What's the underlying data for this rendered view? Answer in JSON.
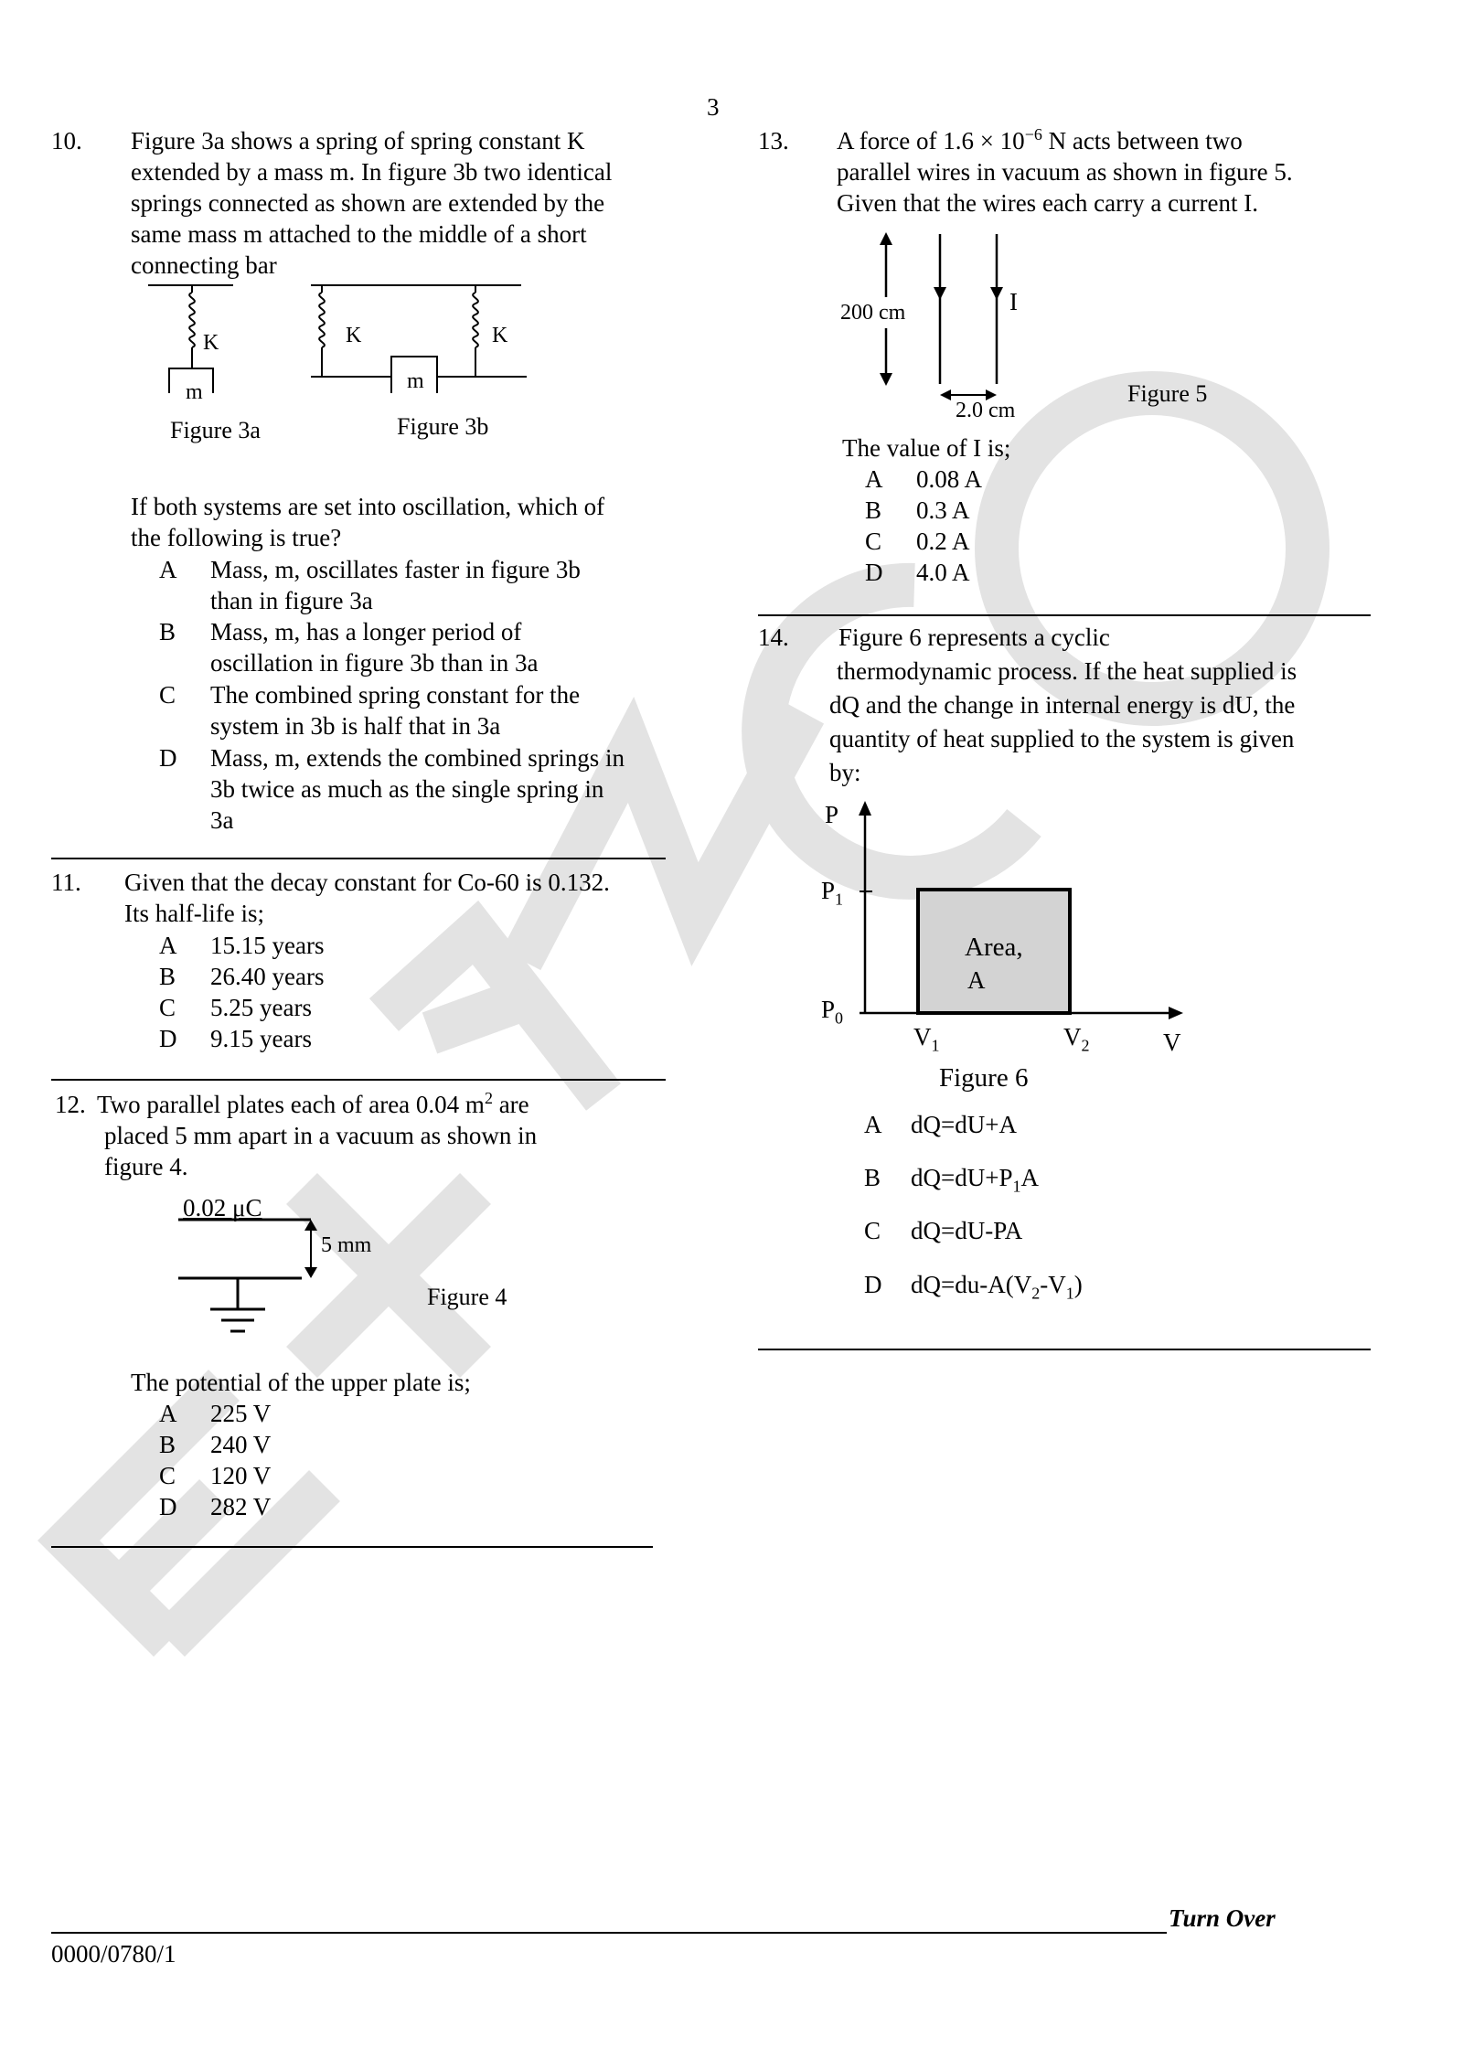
{
  "page_number": "3",
  "q10": {
    "num": "10.",
    "lines": [
      "Figure 3a shows a spring of spring constant K",
      "extended by a mass m. In figure 3b two identical",
      "springs connected as shown are extended by the",
      "same mass m attached to the middle of a short",
      "connecting bar"
    ],
    "fig3a": {
      "k": "K",
      "m": "m",
      "caption": "Figure 3a"
    },
    "fig3b": {
      "k1": "K",
      "k2": "K",
      "m": "m",
      "caption": "Figure 3b"
    },
    "question_lines": [
      "If both systems are set into oscillation, which of",
      "the following is true?"
    ],
    "options": [
      {
        "letter": "A",
        "lines": [
          "Mass, m, oscillates faster in figure 3b",
          "than in figure 3a"
        ]
      },
      {
        "letter": "B",
        "lines": [
          "Mass, m, has a longer period of",
          "oscillation in figure 3b than in 3a"
        ]
      },
      {
        "letter": "C",
        "lines": [
          "The combined spring constant for the",
          "system in 3b is half that in 3a"
        ]
      },
      {
        "letter": "D",
        "lines": [
          "Mass, m, extends the combined springs in",
          "3b twice as much as the single spring in",
          "3a"
        ]
      }
    ]
  },
  "q11": {
    "num": "11.",
    "lines": [
      "Given that the decay constant for Co-60 is 0.132.",
      "Its half-life is;"
    ],
    "options": [
      {
        "letter": "A",
        "text": "15.15 years"
      },
      {
        "letter": "B",
        "text": "26.40 years"
      },
      {
        "letter": "C",
        "text": "5.25 years"
      },
      {
        "letter": "D",
        "text": "9.15 years"
      }
    ]
  },
  "q12": {
    "num": "12.",
    "line1_a": "Two parallel plates each of area ",
    "line1_math": "0.04 m",
    "line1_sup": "2",
    "line1_b": " are",
    "line2": "placed 5 mm apart in a vacuum as shown in",
    "line3": "figure 4.",
    "fig4": {
      "charge": "0.02 μC",
      "gap": "5 mm",
      "caption": "Figure 4"
    },
    "question": "The potential of the upper plate is;",
    "options": [
      {
        "letter": "A",
        "text": "225 V"
      },
      {
        "letter": "B",
        "text": "240 V"
      },
      {
        "letter": "C",
        "text": "120 V"
      },
      {
        "letter": "D",
        "text": "282 V"
      }
    ]
  },
  "q13": {
    "num": "13.",
    "line1_a": "A force of 1.6 × 10",
    "line1_sup": "−6",
    "line1_b": " N acts between two",
    "line2": "parallel wires in vacuum as shown in figure 5.",
    "line3": "Given that the wires each carry a current I.",
    "fig5": {
      "length": "200 cm",
      "current": "I",
      "sep": "2.0 cm",
      "caption": "Figure 5"
    },
    "question": "The value of I is;",
    "options": [
      {
        "letter": "A",
        "text": "0.08 A"
      },
      {
        "letter": "B",
        "text": "0.3 A"
      },
      {
        "letter": "C",
        "text": "0.2 A"
      },
      {
        "letter": "D",
        "text": "4.0 A"
      }
    ]
  },
  "q14": {
    "num": "14.",
    "lines": [
      "Figure 6 represents a cyclic",
      "thermodynamic process. If the heat supplied is",
      "dQ and the change in internal energy is dU, the",
      "quantity of heat supplied to the system is given",
      "by:"
    ],
    "fig6": {
      "p_axis": "P",
      "v_axis": "V",
      "p1": "P",
      "p1_sub": "1",
      "p0": "P",
      "p0_sub": "0",
      "v1": "V",
      "v1_sub": "1",
      "v2": "V",
      "v2_sub": "2",
      "area_line1": "Area,",
      "area_line2": "A",
      "caption": "Figure 6"
    },
    "options": [
      {
        "letter": "A",
        "text": "dQ=dU+A"
      },
      {
        "letter": "B",
        "text_a": "dQ=dU+P",
        "sub": "1",
        "text_b": "A"
      },
      {
        "letter": "C",
        "text": "dQ=dU-PA"
      },
      {
        "letter": "D",
        "text_a": "dQ=du-A(V",
        "sub1": "2",
        "mid": "-V",
        "sub2": "1",
        "end": ")"
      }
    ]
  },
  "footer": {
    "turn_over": "Turn Over",
    "code": "0000/0780/1"
  },
  "watermark": "EXAMCO"
}
